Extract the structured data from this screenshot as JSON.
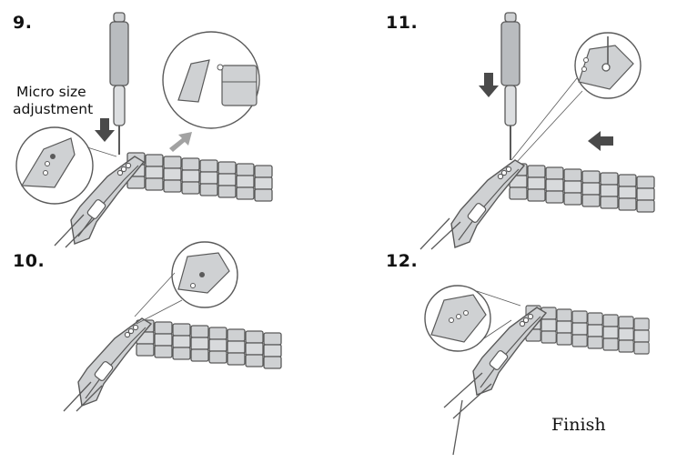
{
  "steps": [
    {
      "number": "9."
    },
    {
      "number": "10."
    },
    {
      "number": "11."
    },
    {
      "number": "12."
    }
  ],
  "labels": {
    "micro_size_line1": "Micro size",
    "micro_size_line2": "adjustment",
    "finish": "Finish"
  },
  "colors": {
    "outline": "#5a5a5a",
    "fill": "#cfd1d3",
    "fill_dark": "#a9acaf",
    "arrow_dark": "#4a4a4a",
    "arrow_light": "#a2a2a2"
  }
}
